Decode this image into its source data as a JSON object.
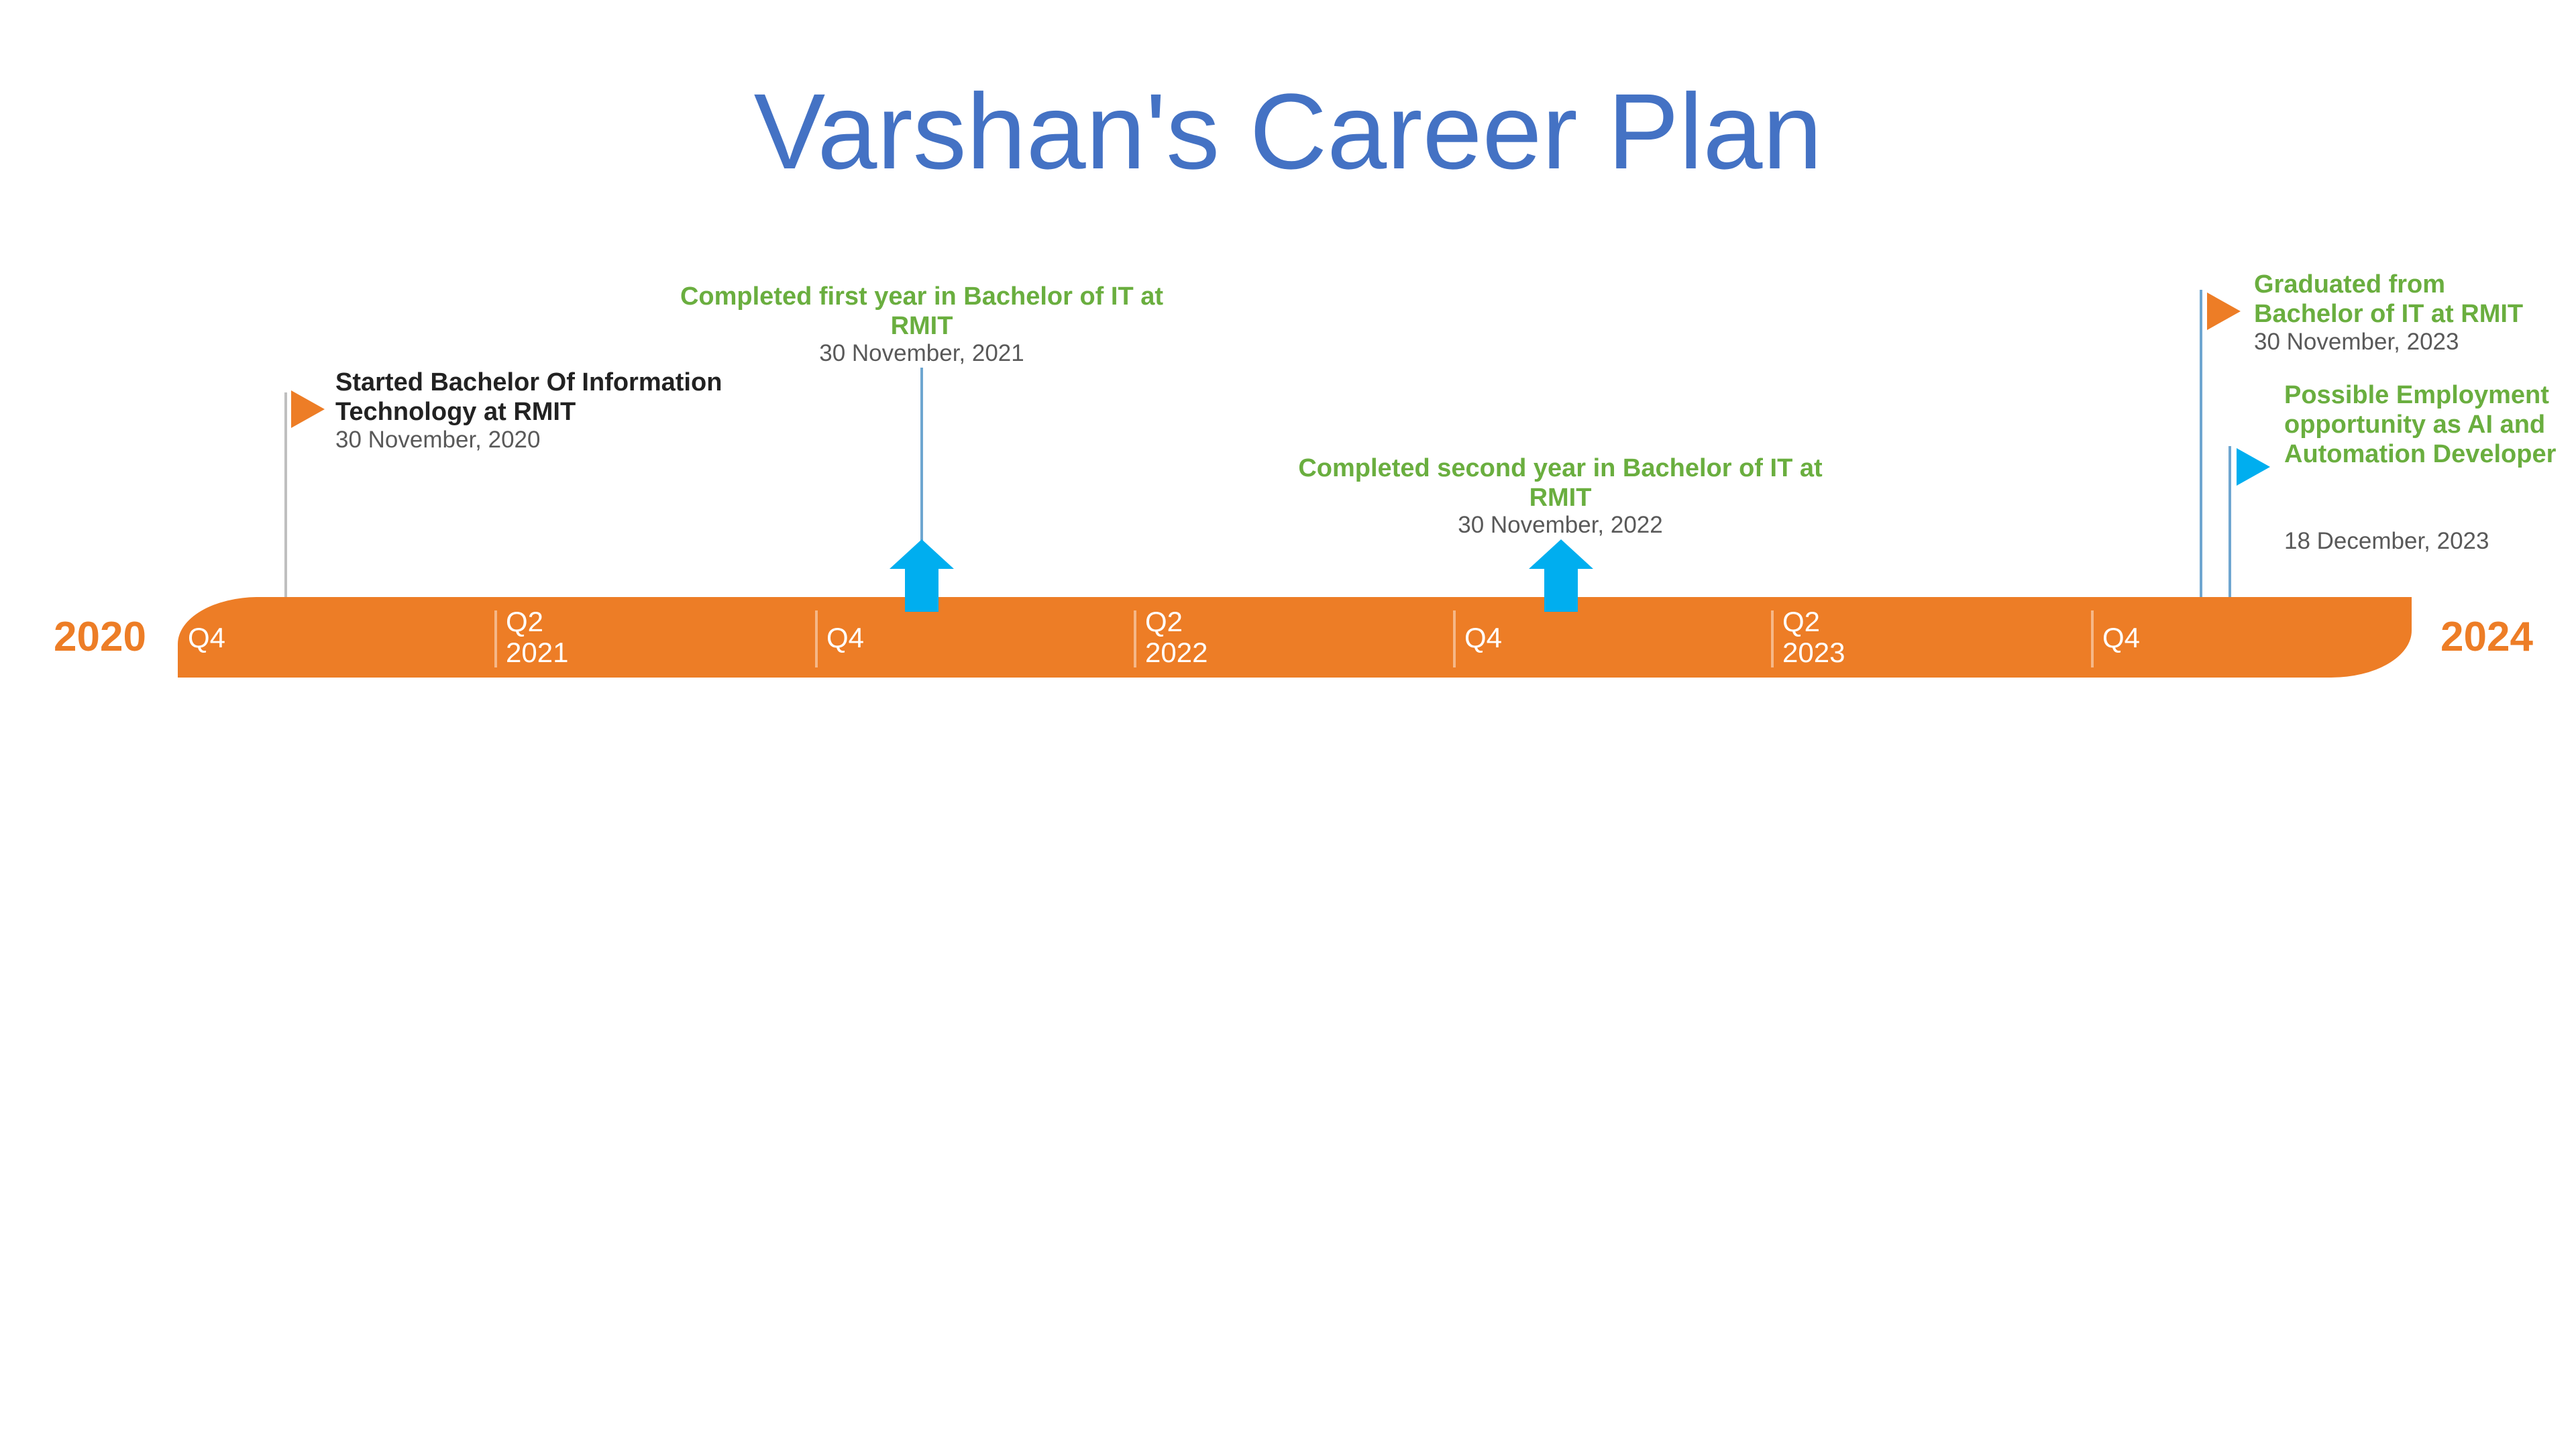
{
  "title": "Varshan's Career Plan",
  "timeline": {
    "start_year": "2020",
    "end_year": "2024",
    "colors": {
      "bar": "#ED7D26",
      "title": "#4472C4",
      "event_title_green": "#6AAE3F",
      "arrow": "#00AEEF"
    },
    "quarters": [
      {
        "q": "Q4",
        "year": ""
      },
      {
        "q": "Q2",
        "year": "2021"
      },
      {
        "q": "Q4",
        "year": ""
      },
      {
        "q": "Q2",
        "year": "2022"
      },
      {
        "q": "Q4",
        "year": ""
      },
      {
        "q": "Q2",
        "year": "2023"
      },
      {
        "q": "Q4",
        "year": ""
      }
    ]
  },
  "events": [
    {
      "title": "Started Bachelor Of Information Technology at RMIT",
      "date": "30 November, 2020",
      "marker": "orange-flag"
    },
    {
      "title": "Completed first year in Bachelor of IT at RMIT",
      "date": "30 November, 2021",
      "marker": "blue-arrow"
    },
    {
      "title": "Completed second year in Bachelor of IT at RMIT",
      "date": "30 November, 2022",
      "marker": "blue-arrow"
    },
    {
      "title": "Graduated from Bachelor of IT at RMIT",
      "date": "30 November, 2023",
      "marker": "orange-flag"
    },
    {
      "title": "Possible Employment opportunity as AI and Automation Developer",
      "date": "18 December, 2023",
      "marker": "blue-flag"
    }
  ]
}
